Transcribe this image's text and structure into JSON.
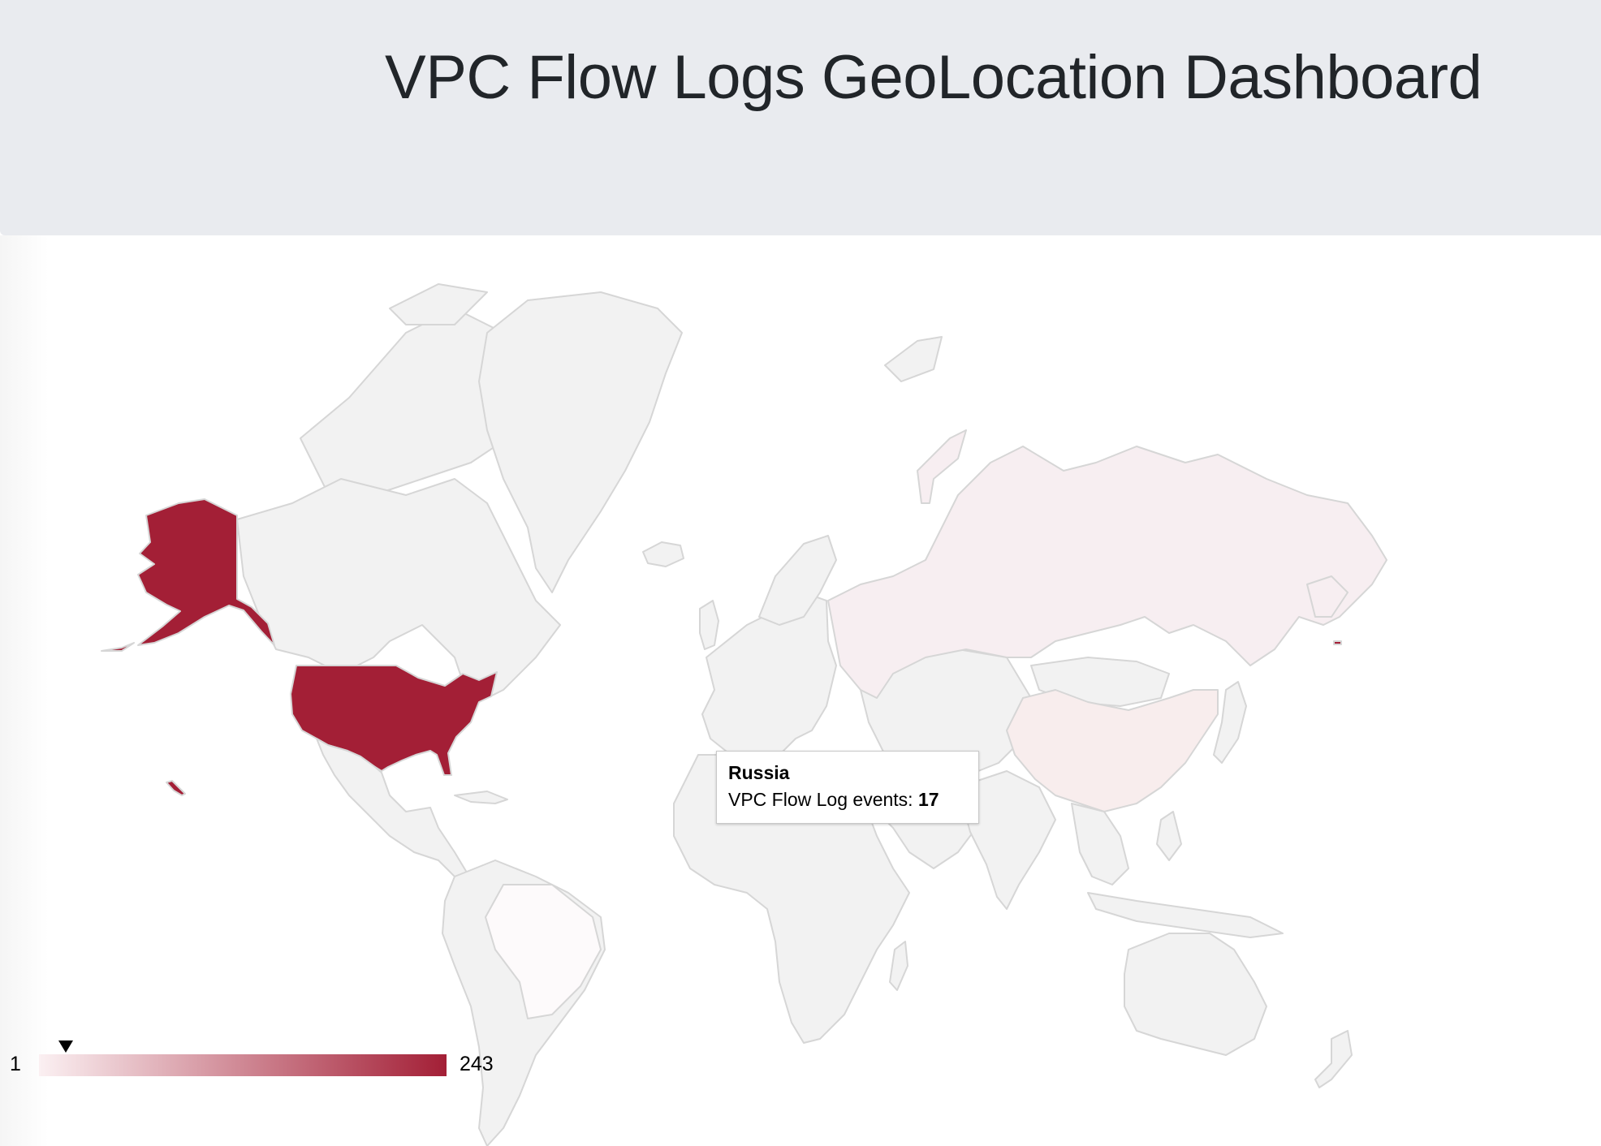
{
  "header": {
    "title": "VPC Flow Logs GeoLocation Dashboard"
  },
  "tooltip": {
    "country": "Russia",
    "label": "VPC Flow Log events:",
    "value": "17"
  },
  "legend": {
    "min": "1",
    "max": "243",
    "color_low": "#fbf0f2",
    "color_high": "#a31f36",
    "marker_value": 17
  },
  "colors": {
    "no_data": "#f2f2f2",
    "border": "#d8d8d8",
    "high": "#a31f36",
    "russia": "#f7eef1",
    "china": "#f8eded",
    "brazil": "#fdfafb"
  }
}
